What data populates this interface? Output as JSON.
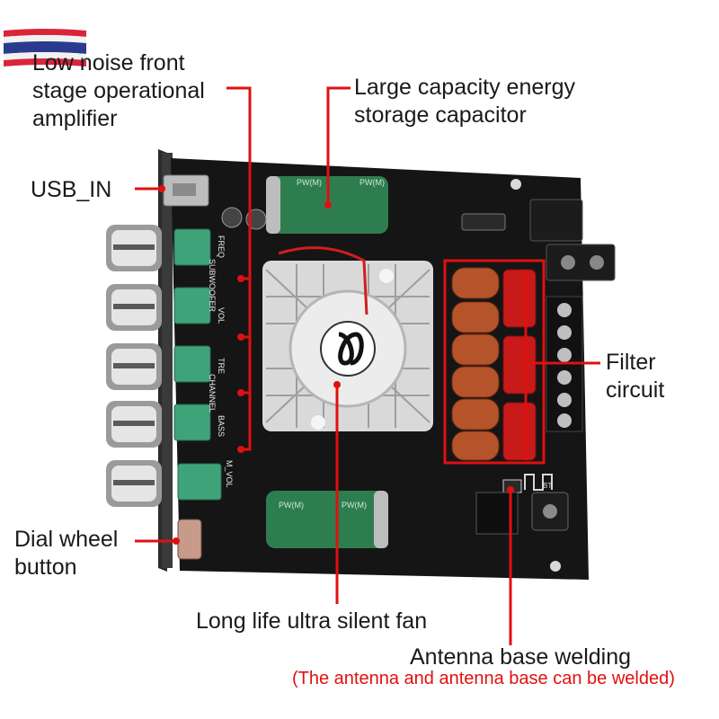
{
  "labels": {
    "opamp": [
      "Low noise front",
      "stage operational",
      "amplifier"
    ],
    "usb": "USB_IN",
    "capacitor": [
      "Large capacity energy",
      "storage capacitor"
    ],
    "filter": [
      "Filter",
      "circuit"
    ],
    "dial": [
      "Dial wheel",
      "button"
    ],
    "fan": "Long life ultra silent fan",
    "antenna": "Antenna base welding",
    "antenna_note": "(The antenna and antenna base can be welded)"
  },
  "board": {
    "knob_labels": [
      "FREQ",
      "SUBWOOFER",
      "VOL",
      "TRE",
      "CHANNEL",
      "BASS",
      "M_VOL"
    ],
    "capacitor_print": "PW(M)",
    "bt_label": "BT"
  },
  "colors": {
    "leader_line": "#e01010",
    "pcb": "#161616",
    "capacitor_green": "#2e7d4f",
    "pot_green": "#3fa37a",
    "film_cap_red": "#c91a1a",
    "inductor_copper": "#b5542a"
  }
}
